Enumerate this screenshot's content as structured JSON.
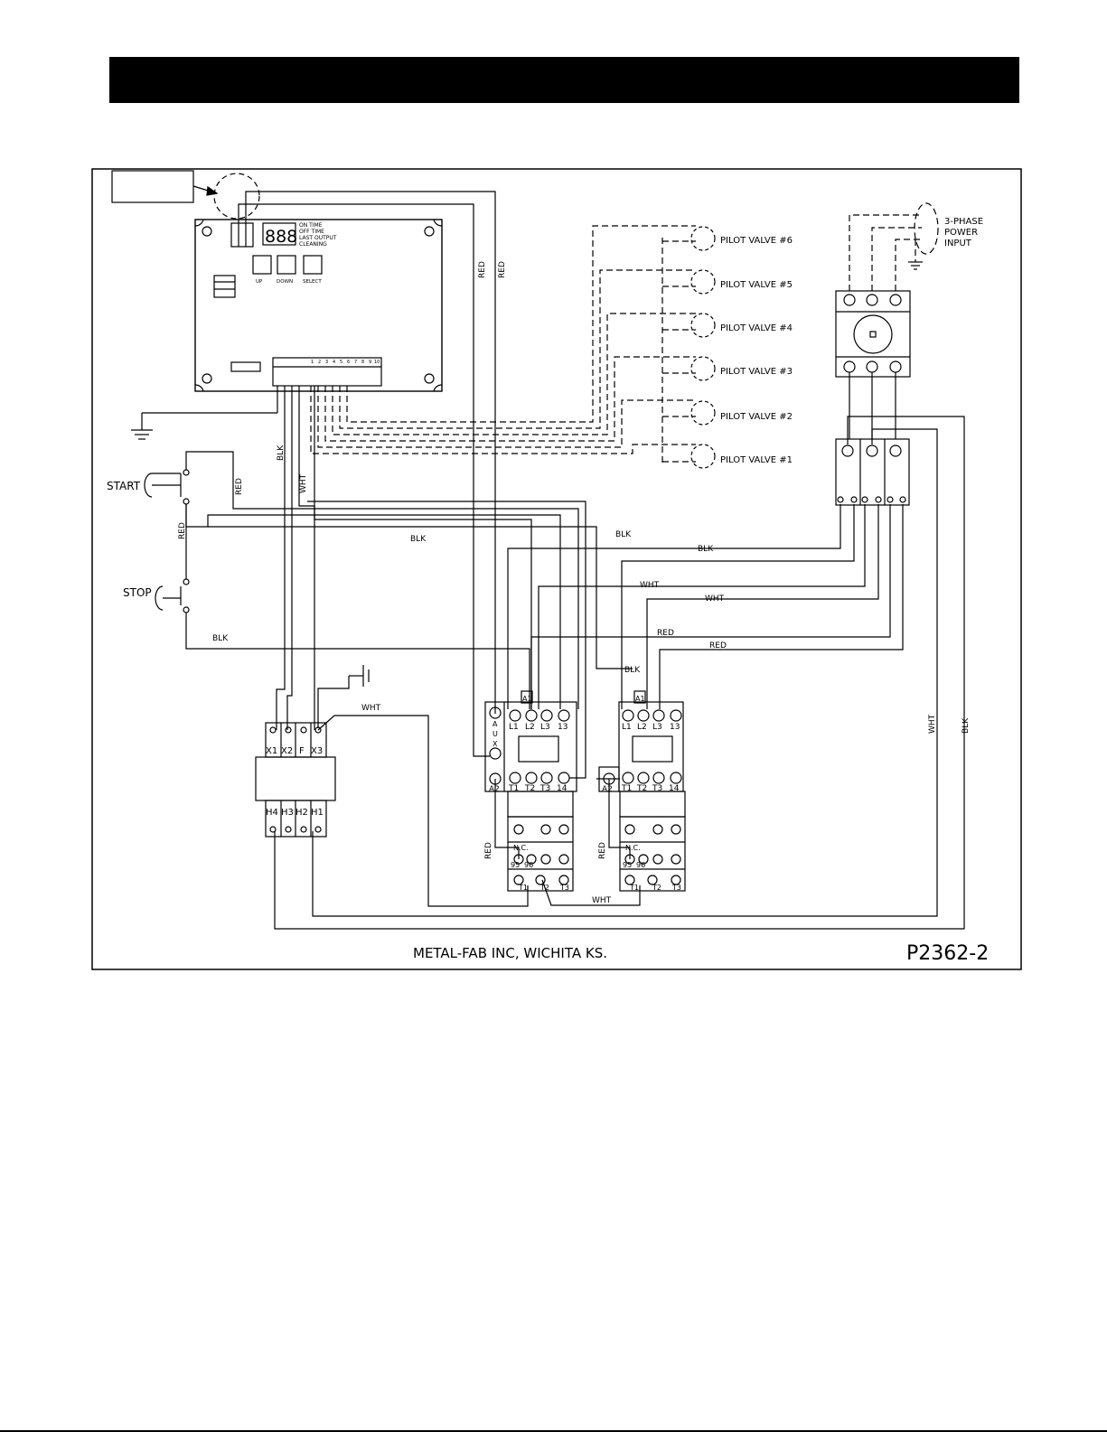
{
  "colors": {
    "ink": "#000000",
    "paper": "#ffffff",
    "header": "#000000"
  },
  "controller": {
    "display": "888",
    "modes": [
      "ON TIME",
      "OFF TIME",
      "LAST OUTPUT",
      "CLEANING"
    ],
    "buttons": [
      "UP",
      "DOWN",
      "SELECT"
    ],
    "terminals": [
      "1",
      "2",
      "3",
      "4",
      "5",
      "6",
      "7",
      "8",
      "9",
      "10"
    ]
  },
  "pilot_valves": [
    "PILOT VALVE #6",
    "PILOT VALVE #5",
    "PILOT VALVE #4",
    "PILOT VALVE #3",
    "PILOT VALVE #2",
    "PILOT VALVE #1"
  ],
  "power_input": [
    "3-PHASE",
    "POWER",
    "INPUT"
  ],
  "pushbuttons": {
    "start": "START",
    "stop": "STOP"
  },
  "wires": {
    "red": "RED",
    "blk": "BLK",
    "wht": "WHT"
  },
  "transformer": {
    "top": [
      "X1",
      "X2",
      "F",
      "X3"
    ],
    "bottom": [
      "H4",
      "H3",
      "H2",
      "H1"
    ]
  },
  "contactor": {
    "top": [
      "L1",
      "L2",
      "L3",
      "13"
    ],
    "bottom": [
      "T1",
      "T2",
      "T3",
      "14"
    ],
    "coil_a1": "A1",
    "coil_a2": "A2",
    "aux": [
      "A",
      "U",
      "X"
    ],
    "overload_nc": "N.C.",
    "overload_pins": [
      "95",
      "96"
    ],
    "overload_out": [
      "T1",
      "T2",
      "T3"
    ]
  },
  "footer": {
    "company": "METAL-FAB INC, WICHITA KS.",
    "drawing_no": "P2362-2"
  }
}
